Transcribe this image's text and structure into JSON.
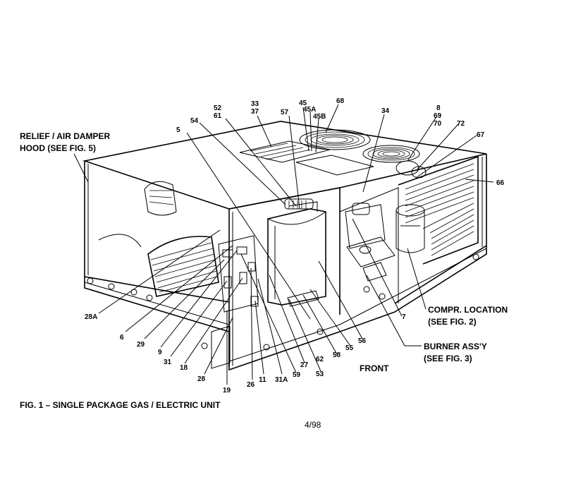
{
  "labels": {
    "relief_damper_line1": "RELIEF / AIR DAMPER",
    "relief_damper_line2": "HOOD (SEE FIG. 5)",
    "compr_line1": "COMPR. LOCATION",
    "compr_line2": "(SEE FIG. 2)",
    "burner_line1": "BURNER ASS'Y",
    "burner_line2": "(SEE FIG. 3)",
    "front": "FRONT",
    "caption": "FIG. 1 – SINGLE PACKAGE GAS / ELECTRIC UNIT",
    "date": "4/98"
  },
  "callouts": [
    "52",
    "61",
    "33",
    "37",
    "45",
    "45A",
    "45B",
    "68",
    "57",
    "34",
    "8",
    "69",
    "70",
    "72",
    "67",
    "66",
    "5",
    "54",
    "28A",
    "6",
    "29",
    "9",
    "31",
    "18",
    "28",
    "19",
    "26",
    "11",
    "31A",
    "59",
    "27",
    "62",
    "53",
    "58",
    "55",
    "56",
    "7"
  ]
}
